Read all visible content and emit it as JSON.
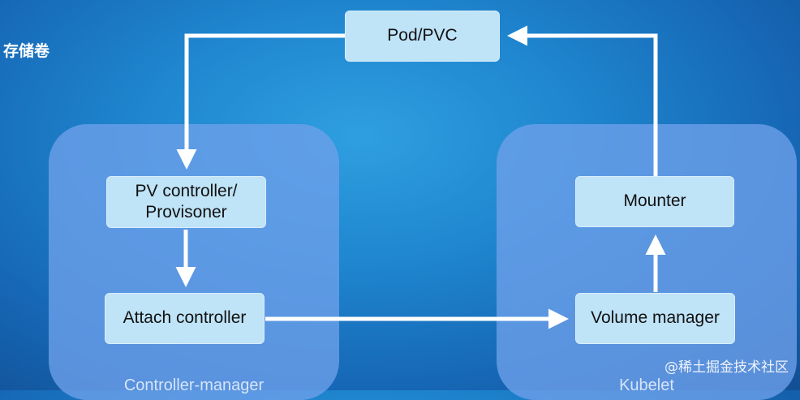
{
  "title": "存储卷",
  "groups": {
    "controller_manager": "Controller-manager",
    "kubelet": "Kubelet"
  },
  "nodes": {
    "pod_pvc": "Pod/PVC",
    "pv_controller_line1": "PV controller/",
    "pv_controller_line2": "Provisoner",
    "attach_controller": "Attach controller",
    "mounter": "Mounter",
    "volume_manager": "Volume manager"
  },
  "watermark": "@稀土掘金技术社区",
  "colors": {
    "background": "#1f86cf",
    "group_fill": "#6ea0eb",
    "node_fill": "#bfe3f7",
    "arrow": "#ffffff"
  }
}
